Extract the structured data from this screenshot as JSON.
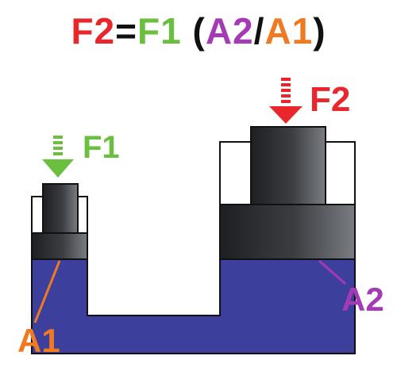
{
  "formula": {
    "f2": "F2",
    "equals": "=",
    "f1": "F1",
    "space": " ",
    "open_paren": "(",
    "a2": "A2",
    "slash": "/",
    "a1": "A1",
    "close_paren": ")"
  },
  "labels": {
    "f1": "F1",
    "f2": "F2",
    "a1": "A1",
    "a2": "A2"
  },
  "colors": {
    "force_out": "#e8262b",
    "force_in": "#6abf3f",
    "area_out": "#a53ab5",
    "area_in": "#f07a22",
    "fluid": "#3d3f9c",
    "piston_dark": "#1e1f22",
    "piston_light": "#707378",
    "outline": "#111111"
  },
  "icons": {
    "input_arrow": "arrow-down-icon",
    "output_arrow": "arrow-down-icon"
  }
}
